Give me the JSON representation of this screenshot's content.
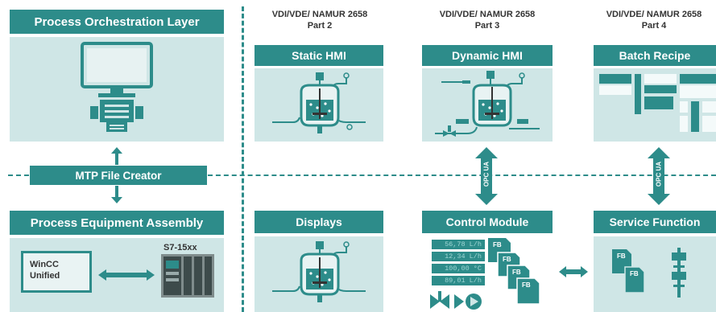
{
  "left": {
    "orchestration_title": "Process Orchestration Layer",
    "mtp_creator": "MTP File Creator",
    "pea_title": "Process Equipment Assembly",
    "wincc_line1": "WinCC",
    "wincc_line2": "Unified",
    "plc_label": "S7-15xx"
  },
  "columns": [
    {
      "std_line1": "VDI/VDE/ NAMUR 2658",
      "std_line2": "Part 2",
      "top_title": "Static HMI",
      "bottom_title": "Displays"
    },
    {
      "std_line1": "VDI/VDE/ NAMUR 2658",
      "std_line2": "Part 3",
      "top_title": "Dynamic HMI",
      "bottom_title": "Control Module"
    },
    {
      "std_line1": "VDI/VDE/ NAMUR 2658",
      "std_line2": "Part 4",
      "top_title": "Batch Recipe",
      "bottom_title": "Service Function"
    }
  ],
  "opc_label": "OPC UA",
  "control_values": [
    "56,78  L/h",
    "12,34  L/h",
    "100,00  °C",
    "89,01  L/h"
  ],
  "fb_label": "FB",
  "colors": {
    "teal": "#2d8c8a",
    "panel": "#cfe6e6",
    "background": "#0c1a4d"
  }
}
